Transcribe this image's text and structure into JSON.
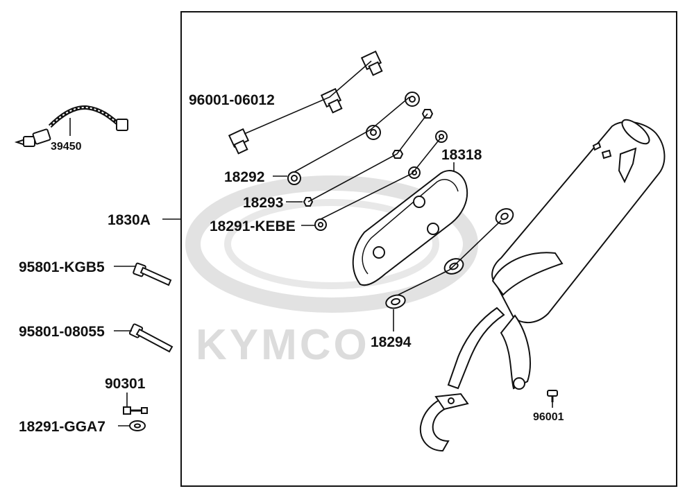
{
  "watermark": {
    "brand": "KYMCO"
  },
  "colors": {
    "ink": "#111111",
    "watermark": "#dcdcdc",
    "background": "#ffffff"
  },
  "labels": {
    "p96001_06012": "96001-06012",
    "p39450": "39450",
    "p18292": "18292",
    "p18318": "18318",
    "p18293": "18293",
    "p1830A": "1830A",
    "p18291_KEBE": "18291-KEBE",
    "p95801_KGB5": "95801-KGB5",
    "p95801_08055": "95801-08055",
    "p18294": "18294",
    "p90301": "90301",
    "p18291_GGA7": "18291-GGA7",
    "p96001": "96001"
  }
}
